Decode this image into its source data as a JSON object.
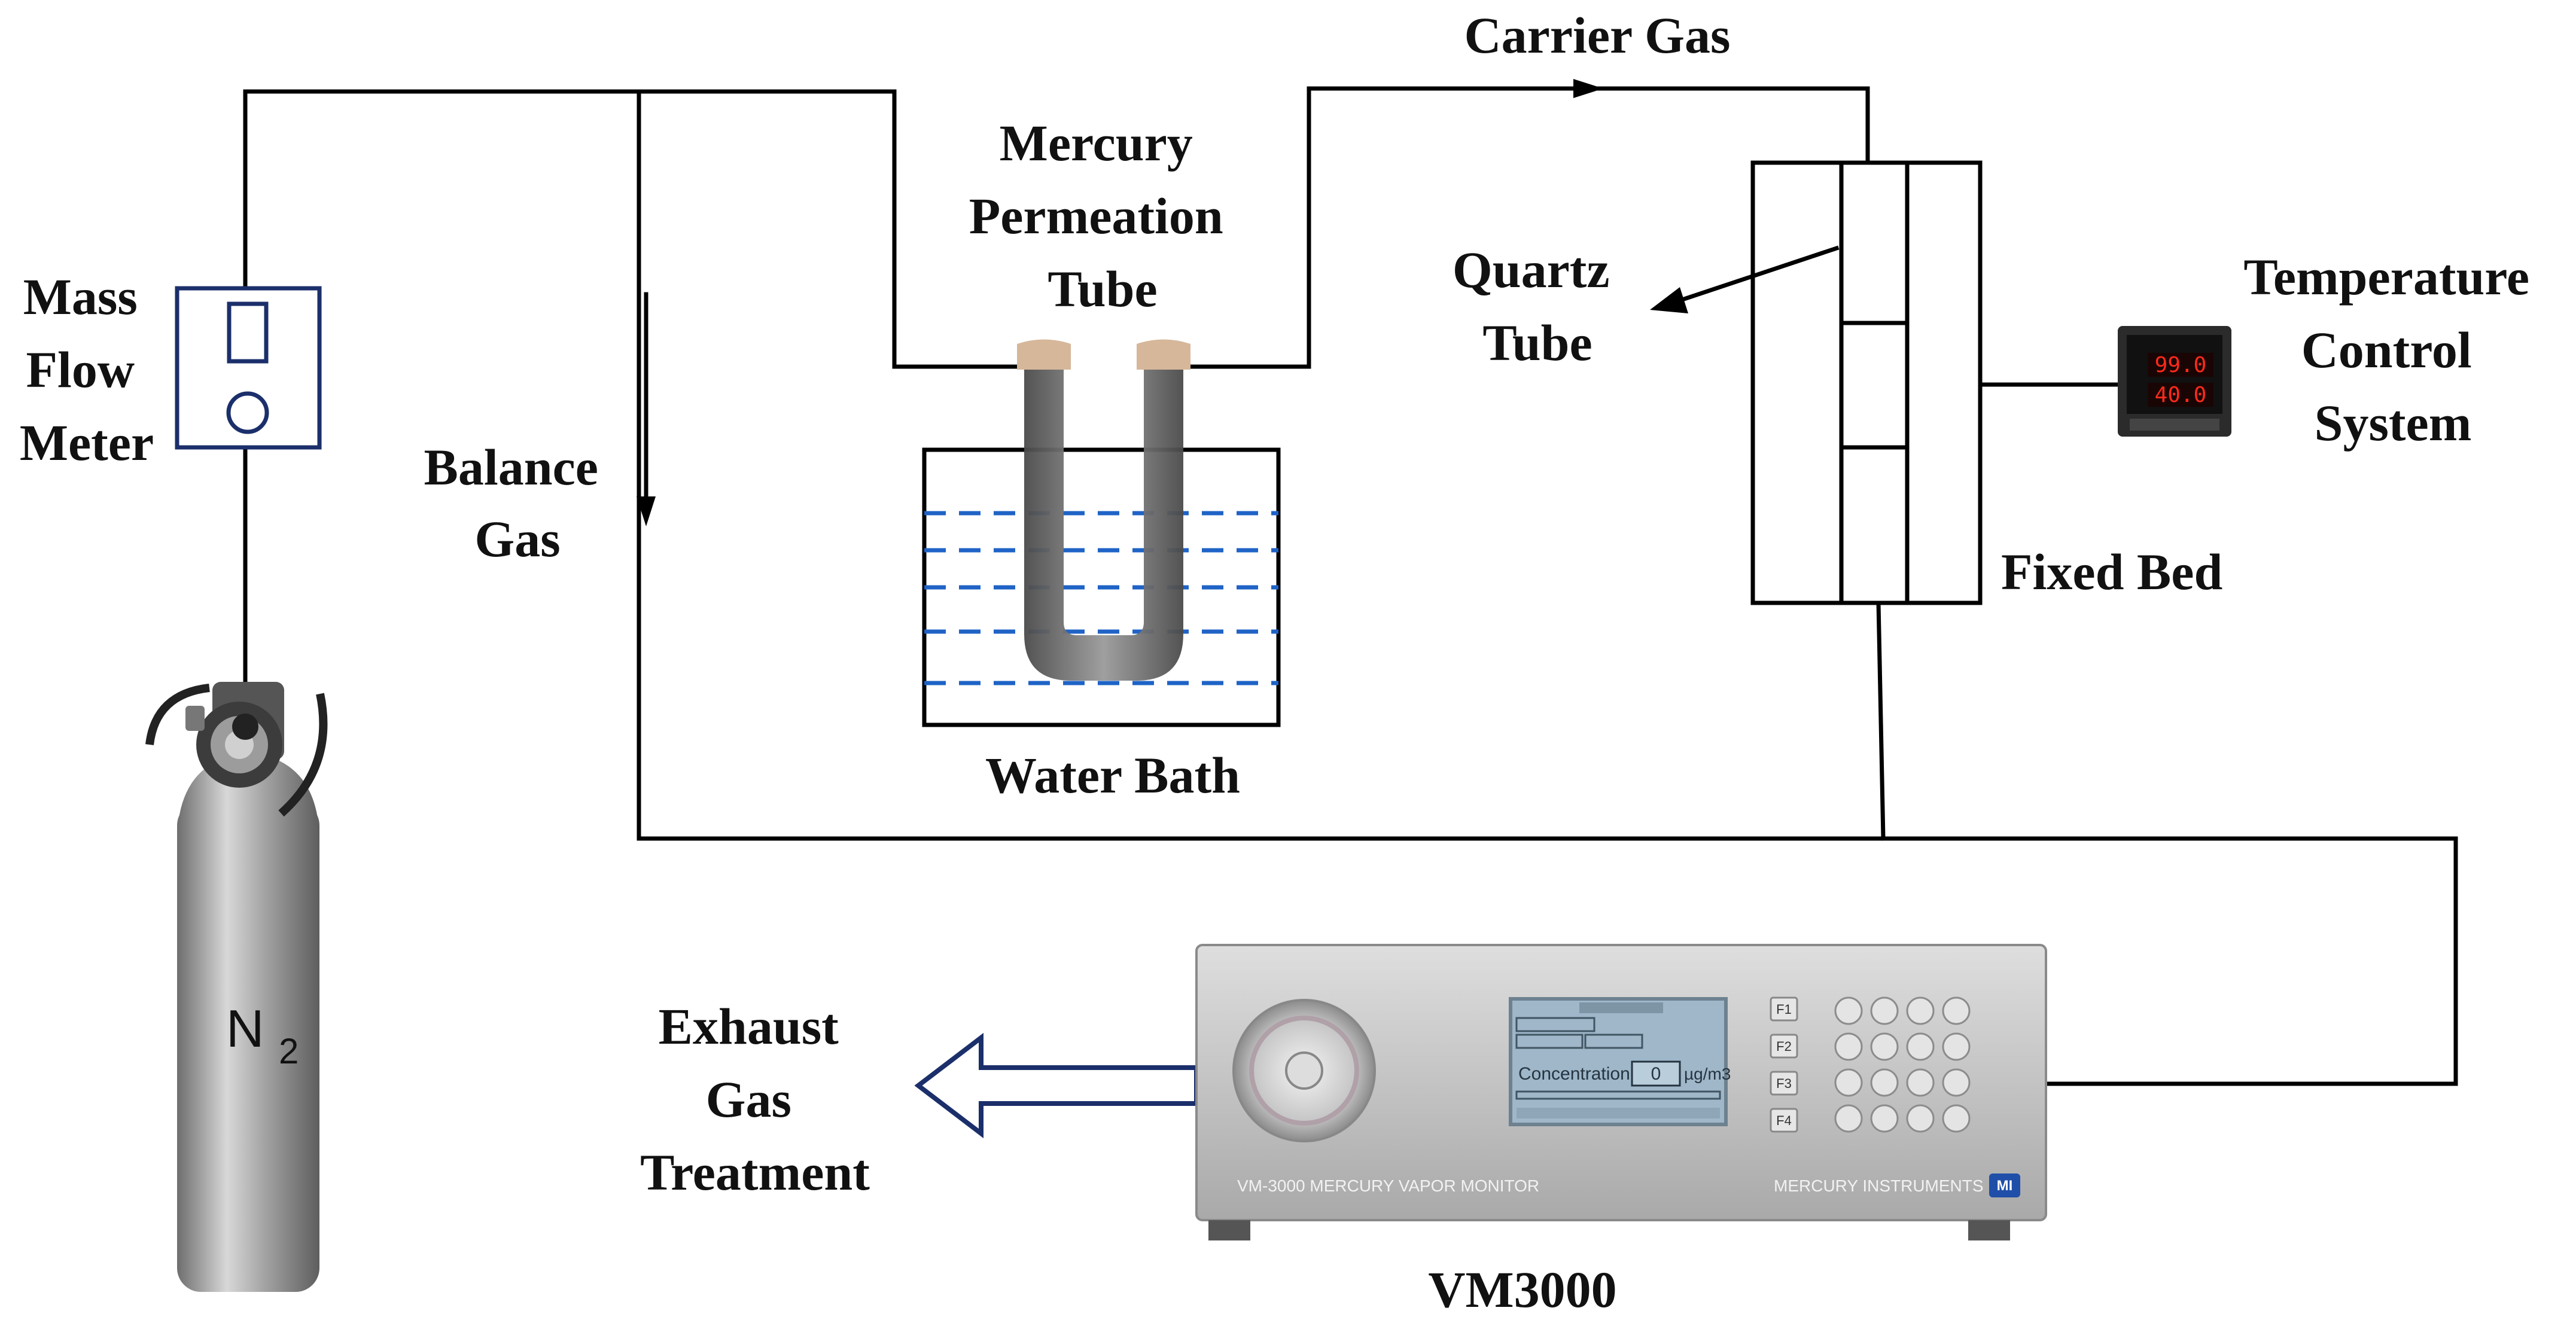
{
  "labels": {
    "mass_flow_meter": [
      "Mass",
      "Flow",
      "Meter"
    ],
    "balance_gas": [
      "Balance",
      "Gas"
    ],
    "mercury_permeation_tube": [
      "Mercury",
      "Permeation",
      "Tube"
    ],
    "water_bath": "Water Bath",
    "carrier_gas": "Carrier Gas",
    "quartz_tube": [
      "Quartz",
      "Tube"
    ],
    "temperature_control_system": [
      "Temperature",
      "Control",
      "System"
    ],
    "fixed_bed": "Fixed Bed",
    "exhaust_gas_treatment": [
      "Exhaust",
      "Gas",
      "Treatment"
    ],
    "vm3000": "VM3000",
    "cylinder_gas": "N",
    "cylinder_gas_sub": "2"
  },
  "instrument": {
    "brand_left": "VM-3000 MERCURY VAPOR MONITOR",
    "brand_right": "MERCURY INSTRUMENTS",
    "logo": "MI",
    "screen_concentration_label": "Concentration:",
    "screen_concentration_value": "0",
    "screen_unit": "µg/m3",
    "fkeys": [
      "F1",
      "F2",
      "F3",
      "F4"
    ]
  },
  "temperature_controller": {
    "readout_top": "99.0",
    "readout_bottom": "40.0"
  },
  "colors": {
    "line": "#000000",
    "water": "#1f63c6",
    "arrow_outline": "#1b2f6b",
    "meter_outline": "#1b2f6b",
    "cylinder": "#9a9a9a",
    "instrument_body": "#c9c9c9",
    "screen": "#9fb7c9",
    "led": "#ff2a1a"
  }
}
